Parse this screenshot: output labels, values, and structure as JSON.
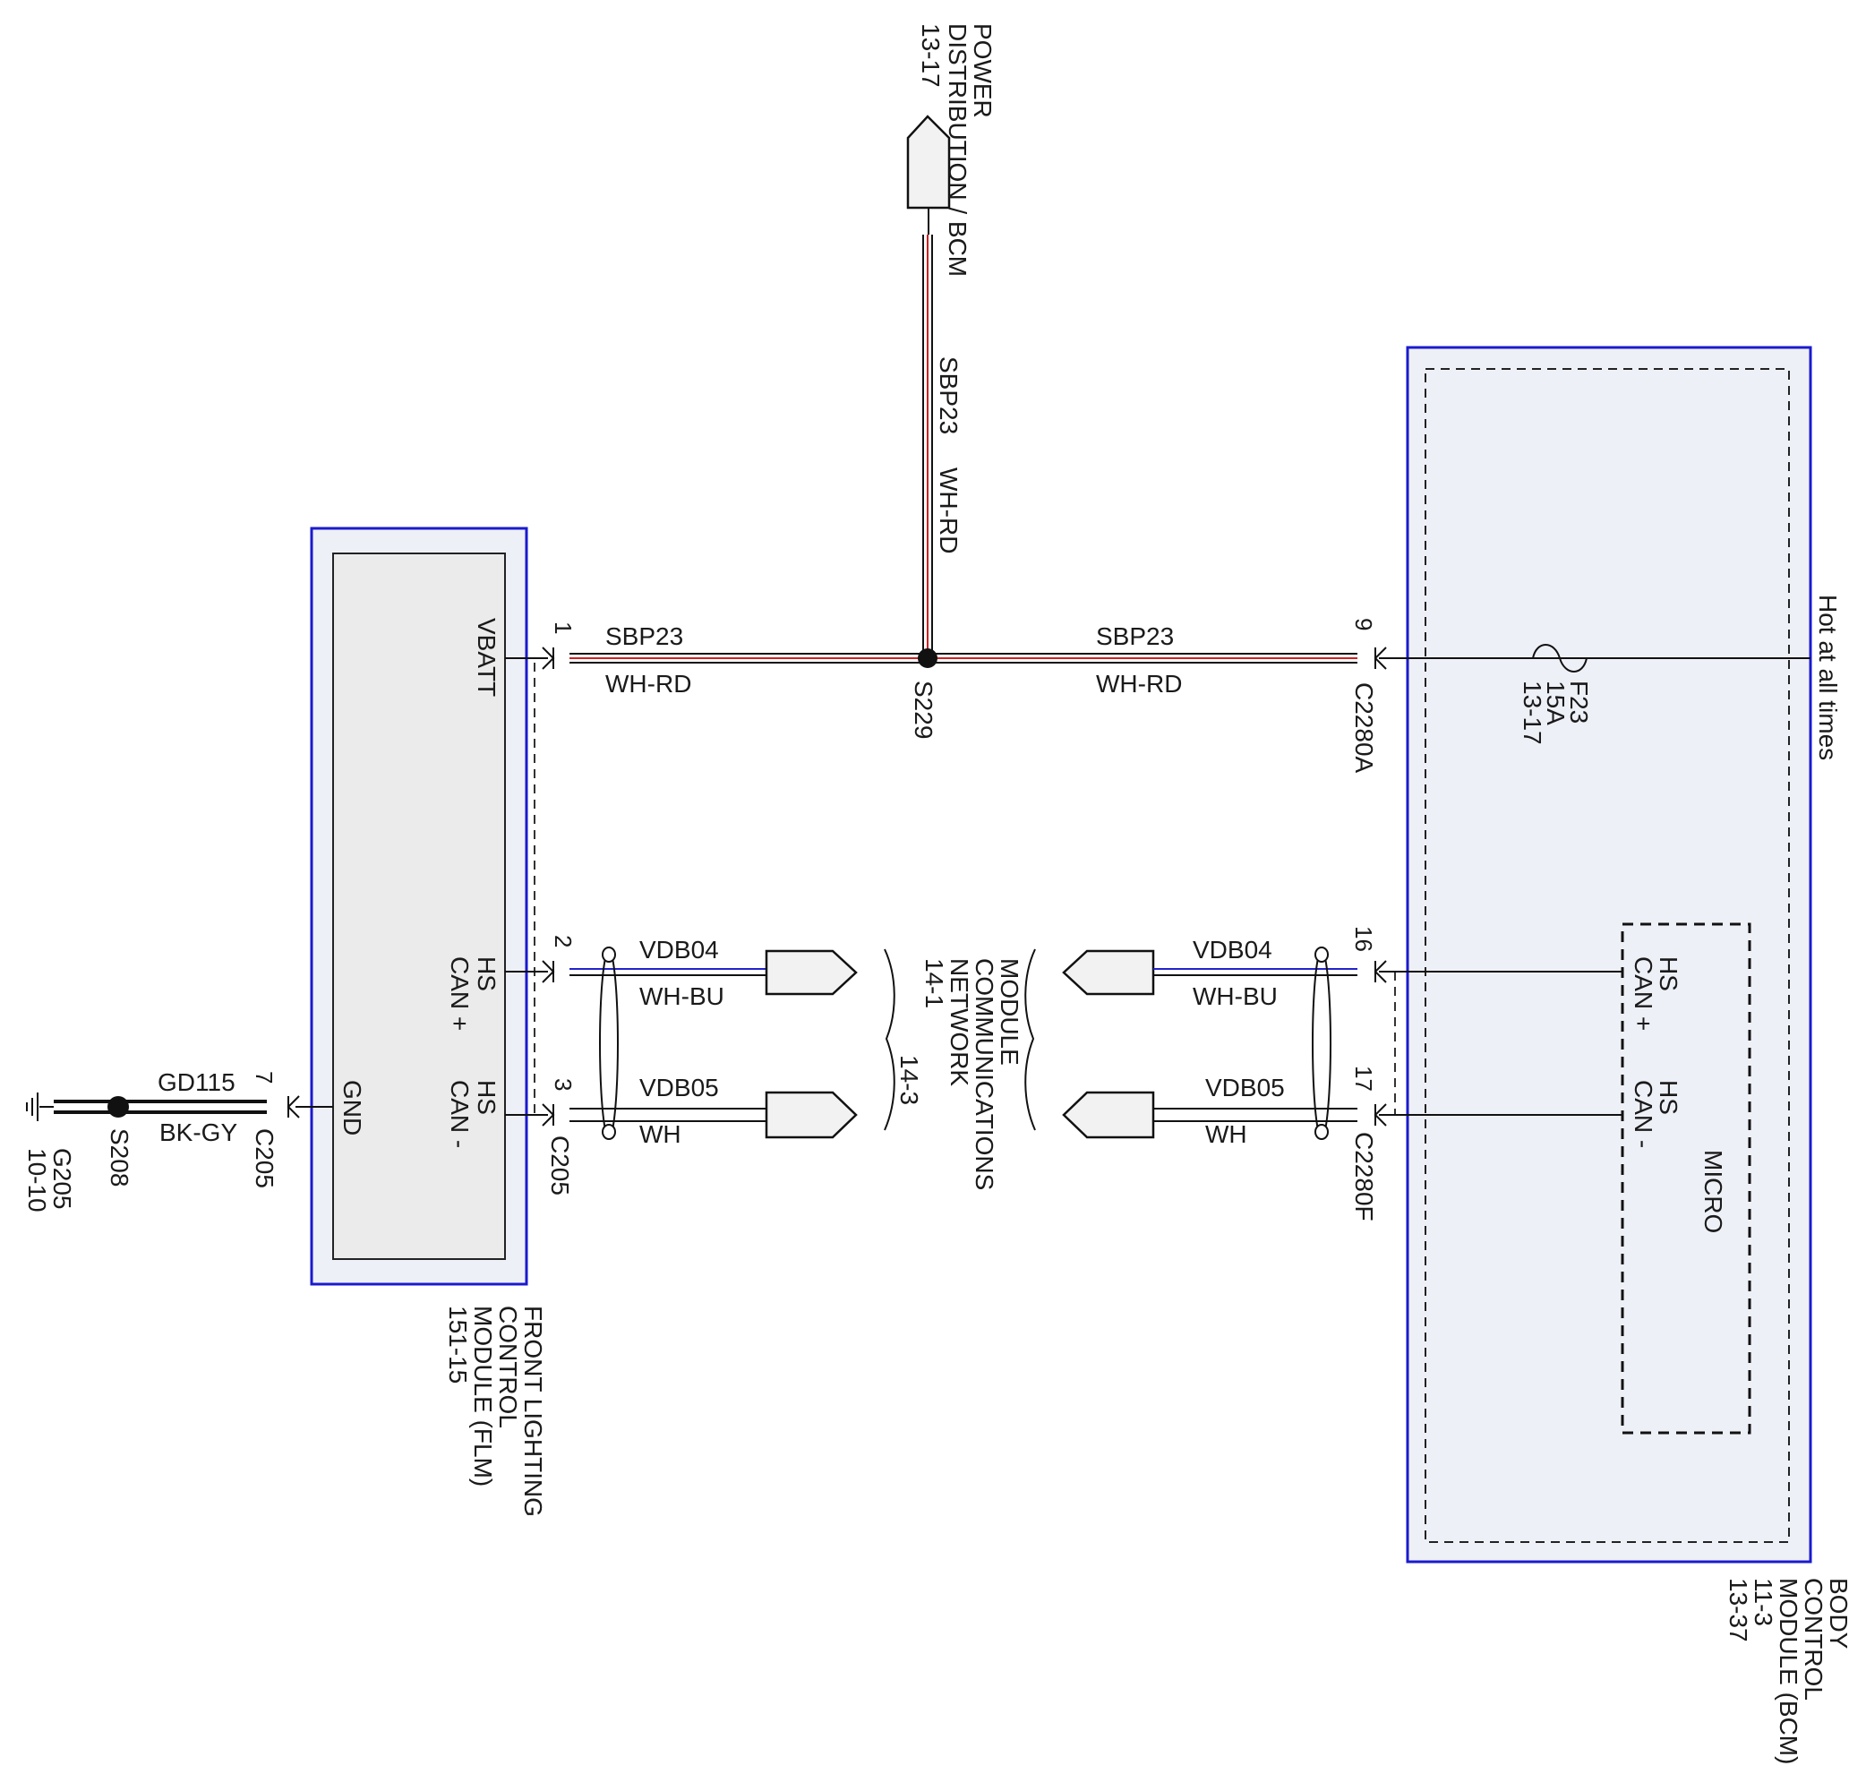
{
  "power_source": {
    "title_line1": "POWER",
    "title_line2": "DISTRIBUTION / BCM",
    "ref": "13-17"
  },
  "vertical_wire": {
    "circuit": "SBP23",
    "color": "WH-RD"
  },
  "splice_s229": "S229",
  "vbatt_wire_left": {
    "circuit": "SBP23",
    "color": "WH-RD"
  },
  "vbatt_wire_right": {
    "circuit": "SBP23",
    "color": "WH-RD"
  },
  "hot_at_all_times": "Hot at all times",
  "fuse": {
    "name": "F23",
    "rating": "15A",
    "ref": "13-17"
  },
  "flm": {
    "pin_vbatt": "VBATT",
    "pin_hscan_plus_1": "HS",
    "pin_hscan_plus_2": "CAN +",
    "pin_hscan_minus_1": "HS",
    "pin_hscan_minus_2": "CAN -",
    "pin_gnd": "GND",
    "title_lines": [
      "FRONT LIGHTING",
      "CONTROL",
      "MODULE (FLM)",
      "151-15"
    ]
  },
  "bcm": {
    "pin_hscan_plus_1": "HS",
    "pin_hscan_plus_2": "CAN +",
    "pin_hscan_minus_1": "HS",
    "pin_hscan_minus_2": "CAN -",
    "micro": "MICRO",
    "title_lines": [
      "BODY",
      "CONTROL",
      "MODULE (BCM)",
      "11-3",
      "13-37"
    ]
  },
  "pins": {
    "p1": "1",
    "p2": "2",
    "p3": "3",
    "p7": "7",
    "p9": "9",
    "p16": "16",
    "p17": "17"
  },
  "connectors": {
    "c205": "C205",
    "c205_gnd": "C205",
    "c2280a": "C2280A",
    "c2280f": "C2280F"
  },
  "can_wires": {
    "plus_circuit": "VDB04",
    "plus_color": "WH-BU",
    "minus_circuit": "VDB05",
    "minus_color": "WH"
  },
  "network": {
    "lines": [
      "MODULE",
      "COMMUNICATIONS",
      "NETWORK"
    ],
    "ref1": "14-1",
    "ref2": "14-3"
  },
  "ground": {
    "circuit": "GD115",
    "color": "BK-GY",
    "splice": "S208",
    "ground_name": "G205",
    "ref": "10-10"
  }
}
